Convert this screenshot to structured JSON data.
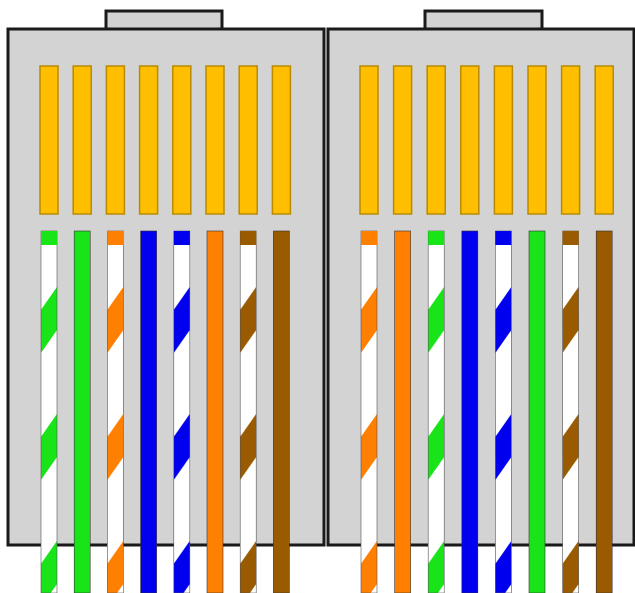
{
  "colors": {
    "background": "#ffffff",
    "housing_fill": "#d3d3d3",
    "housing_stroke": "#1a1a1a",
    "contact_gold": "#ffbf00",
    "contact_gold_edge": "#b98a00",
    "white": "#ffffff"
  },
  "wire_colors": {
    "green": "#18e418",
    "orange": "#ff8000",
    "blue": "#0000ee",
    "brown": "#9a5a00"
  },
  "connectors": [
    {
      "id": "left",
      "wires": [
        {
          "color": "green",
          "striped": true
        },
        {
          "color": "green",
          "striped": false
        },
        {
          "color": "orange",
          "striped": true
        },
        {
          "color": "blue",
          "striped": false
        },
        {
          "color": "blue",
          "striped": true
        },
        {
          "color": "orange",
          "striped": false
        },
        {
          "color": "brown",
          "striped": true
        },
        {
          "color": "brown",
          "striped": false
        }
      ]
    },
    {
      "id": "right",
      "wires": [
        {
          "color": "orange",
          "striped": true
        },
        {
          "color": "orange",
          "striped": false
        },
        {
          "color": "green",
          "striped": true
        },
        {
          "color": "blue",
          "striped": false
        },
        {
          "color": "blue",
          "striped": true
        },
        {
          "color": "green",
          "striped": false
        },
        {
          "color": "brown",
          "striped": true
        },
        {
          "color": "brown",
          "striped": false
        }
      ]
    }
  ]
}
